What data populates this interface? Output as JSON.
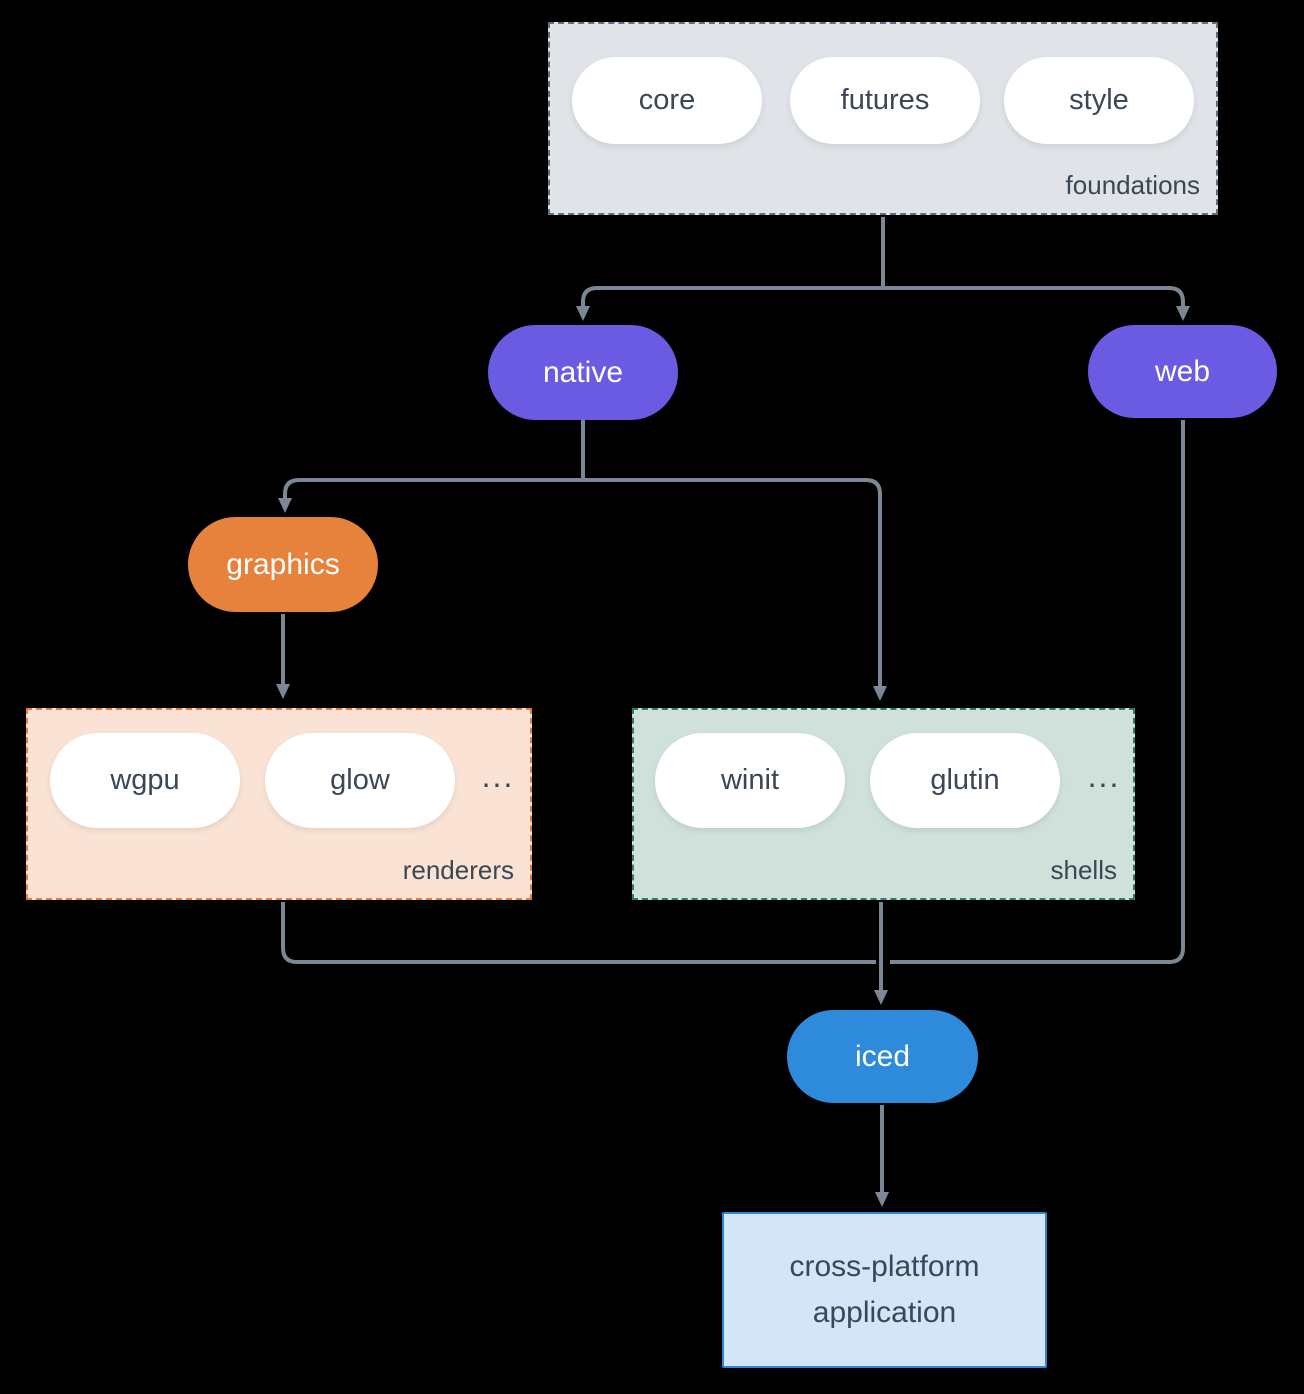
{
  "colors": {
    "background": "#000000",
    "connector_line": "#7b8795",
    "text_dark": "#3a4754",
    "pill_white": "#ffffff",
    "node_purple": "#6a5be2",
    "node_orange": "#e6823c",
    "node_blue": "#2e8ada",
    "foundations_fill": "#e0e3e7",
    "foundations_border": "#5f7080",
    "renderers_fill": "#fae3d4",
    "renderers_border": "#e0823f",
    "shells_fill": "#cfe1da",
    "shells_border": "#2e7c6a",
    "application_fill": "#d4e5f7",
    "application_border": "#2e86d8"
  },
  "groups": {
    "foundations": {
      "label": "foundations",
      "pills": [
        {
          "label": "core"
        },
        {
          "label": "futures"
        },
        {
          "label": "style"
        }
      ]
    },
    "renderers": {
      "label": "renderers",
      "pills": [
        {
          "label": "wgpu"
        },
        {
          "label": "glow"
        }
      ],
      "more": "..."
    },
    "shells": {
      "label": "shells",
      "pills": [
        {
          "label": "winit"
        },
        {
          "label": "glutin"
        }
      ],
      "more": "..."
    }
  },
  "nodes": {
    "native": {
      "label": "native"
    },
    "web": {
      "label": "web"
    },
    "graphics": {
      "label": "graphics"
    },
    "iced": {
      "label": "iced"
    }
  },
  "application": {
    "line1": "cross-platform",
    "line2": "application"
  }
}
